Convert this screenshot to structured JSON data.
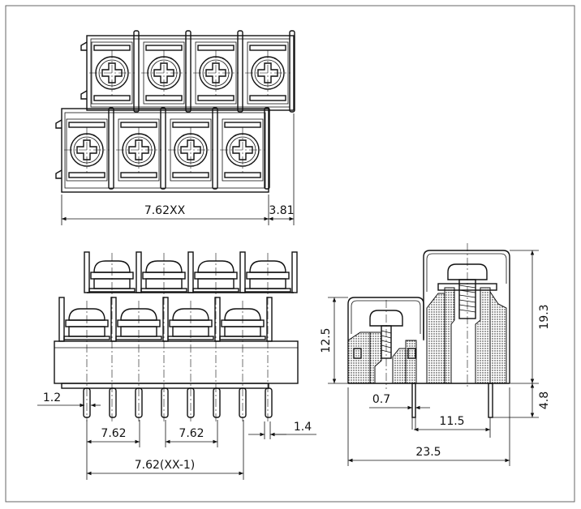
{
  "drawing": {
    "colors": {
      "line": "#111111",
      "background": "#ffffff"
    },
    "top_view": {
      "dim_pitch_total": "7.62XX",
      "dim_offset": "3.81",
      "upper_row_screws": 4,
      "lower_row_screws": 4
    },
    "front_view": {
      "dim_pin_dia": "1.2",
      "dim_pitch_a": "7.62",
      "dim_pitch_b": "7.62",
      "dim_pin_width": "1.4",
      "dim_pitch_total": "7.62(XX-1)",
      "pins": 8
    },
    "side_view": {
      "dim_low_height": "12.5",
      "dim_high_height": "19.3",
      "dim_pin_length": "4.8",
      "dim_pin_thickness": "0.7",
      "dim_pin_span": "11.5",
      "dim_overall_depth": "23.5"
    }
  }
}
